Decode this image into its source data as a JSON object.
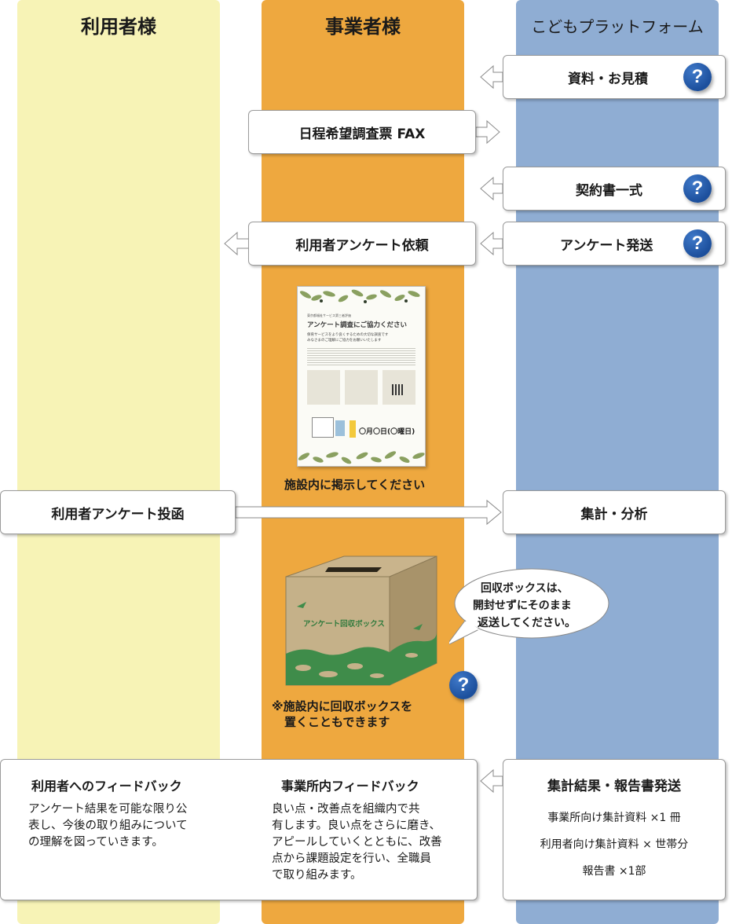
{
  "lanes": {
    "user": "利用者様",
    "business": "事業者様",
    "platform": "こどもプラットフォーム"
  },
  "steps": {
    "materials": "資料・お見積",
    "schedule_fax": "日程希望調査票 FAX",
    "contract": "契約書一式",
    "survey_send": "アンケート発送",
    "survey_request": "利用者アンケート依頼",
    "survey_submit": "利用者アンケート投函",
    "aggregate": "集計・分析"
  },
  "poster": {
    "org": "東京都福祉サービス第三者評価",
    "headline": "アンケート調査にご協力ください",
    "sub1": "保育サービスをより良くするための大切な調査です",
    "sub2": "みなさまのご理解にご協力をお願いいたします",
    "date": "〇月〇日(〇曜日)",
    "caption": "施設内に掲示してください"
  },
  "box": {
    "label": "アンケート回収ボックス",
    "note_line1": "※施設内に回収ボックスを",
    "note_line2": "置くこともできます"
  },
  "speech": {
    "line1": "回収ボックスは、",
    "line2": "開封せずにそのまま",
    "line3": "返送してください。"
  },
  "feedback": {
    "user_title": "利用者へのフィードバック",
    "user_body1": "アンケート結果を可能な限り公",
    "user_body2": "表し、今後の取り組みについて",
    "user_body3": "の理解を図っていきます。",
    "office_title": "事業所内フィードバック",
    "office_body1": "良い点・改善点を組織内で共",
    "office_body2": "有します。良い点をさらに磨き、",
    "office_body3": "アピールしていくとともに、改善",
    "office_body4": "点から課題設定を行い、全職員",
    "office_body5": "で取り組みます。",
    "report_title": "集計結果・報告書発送",
    "report_item1": "事業所向け集計資料 ×1 冊",
    "report_item2": "利用者向け集計資料 × 世帯分",
    "report_item3": "報告書 ×1部"
  },
  "help_label": "?",
  "colors": {
    "user_lane": "#f7f3b6",
    "business_lane": "#eea83f",
    "platform_lane": "#8fadd3",
    "help_icon": "#1f57a8"
  }
}
